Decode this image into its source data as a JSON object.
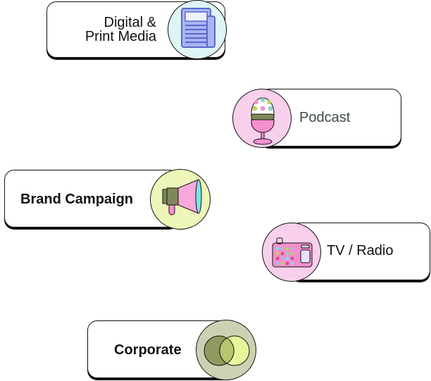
{
  "items": [
    {
      "id": "digital-print",
      "label_line1": "Digital &",
      "label_line2": "Print Media",
      "icon": "newspaper-icon",
      "badge_color": "#dff5f5"
    },
    {
      "id": "podcast",
      "label": "Podcast",
      "icon": "microphone-icon",
      "badge_color": "#f8d0ec"
    },
    {
      "id": "brand-campaign",
      "label": "Brand Campaign",
      "icon": "megaphone-icon",
      "badge_color": "#eef5b8"
    },
    {
      "id": "tv-radio",
      "label": "TV / Radio",
      "icon": "radio-icon",
      "badge_color": "#f8d0ec"
    },
    {
      "id": "corporate",
      "label": "Corporate",
      "icon": "venn-circles-icon",
      "badge_color": "#cdd1b4"
    }
  ],
  "colors": {
    "ink": "#111111",
    "newspaper_fill": "#a9b4f2",
    "newspaper_stroke": "#5a68c8",
    "pink": "#f58fd0",
    "mic_dark": "#7d8a57",
    "megaphone_body": "#f9a8dc",
    "megaphone_rim": "#7fe0e6",
    "venn_dark": "#8e9a5f",
    "venn_light": "#e8f59a"
  }
}
